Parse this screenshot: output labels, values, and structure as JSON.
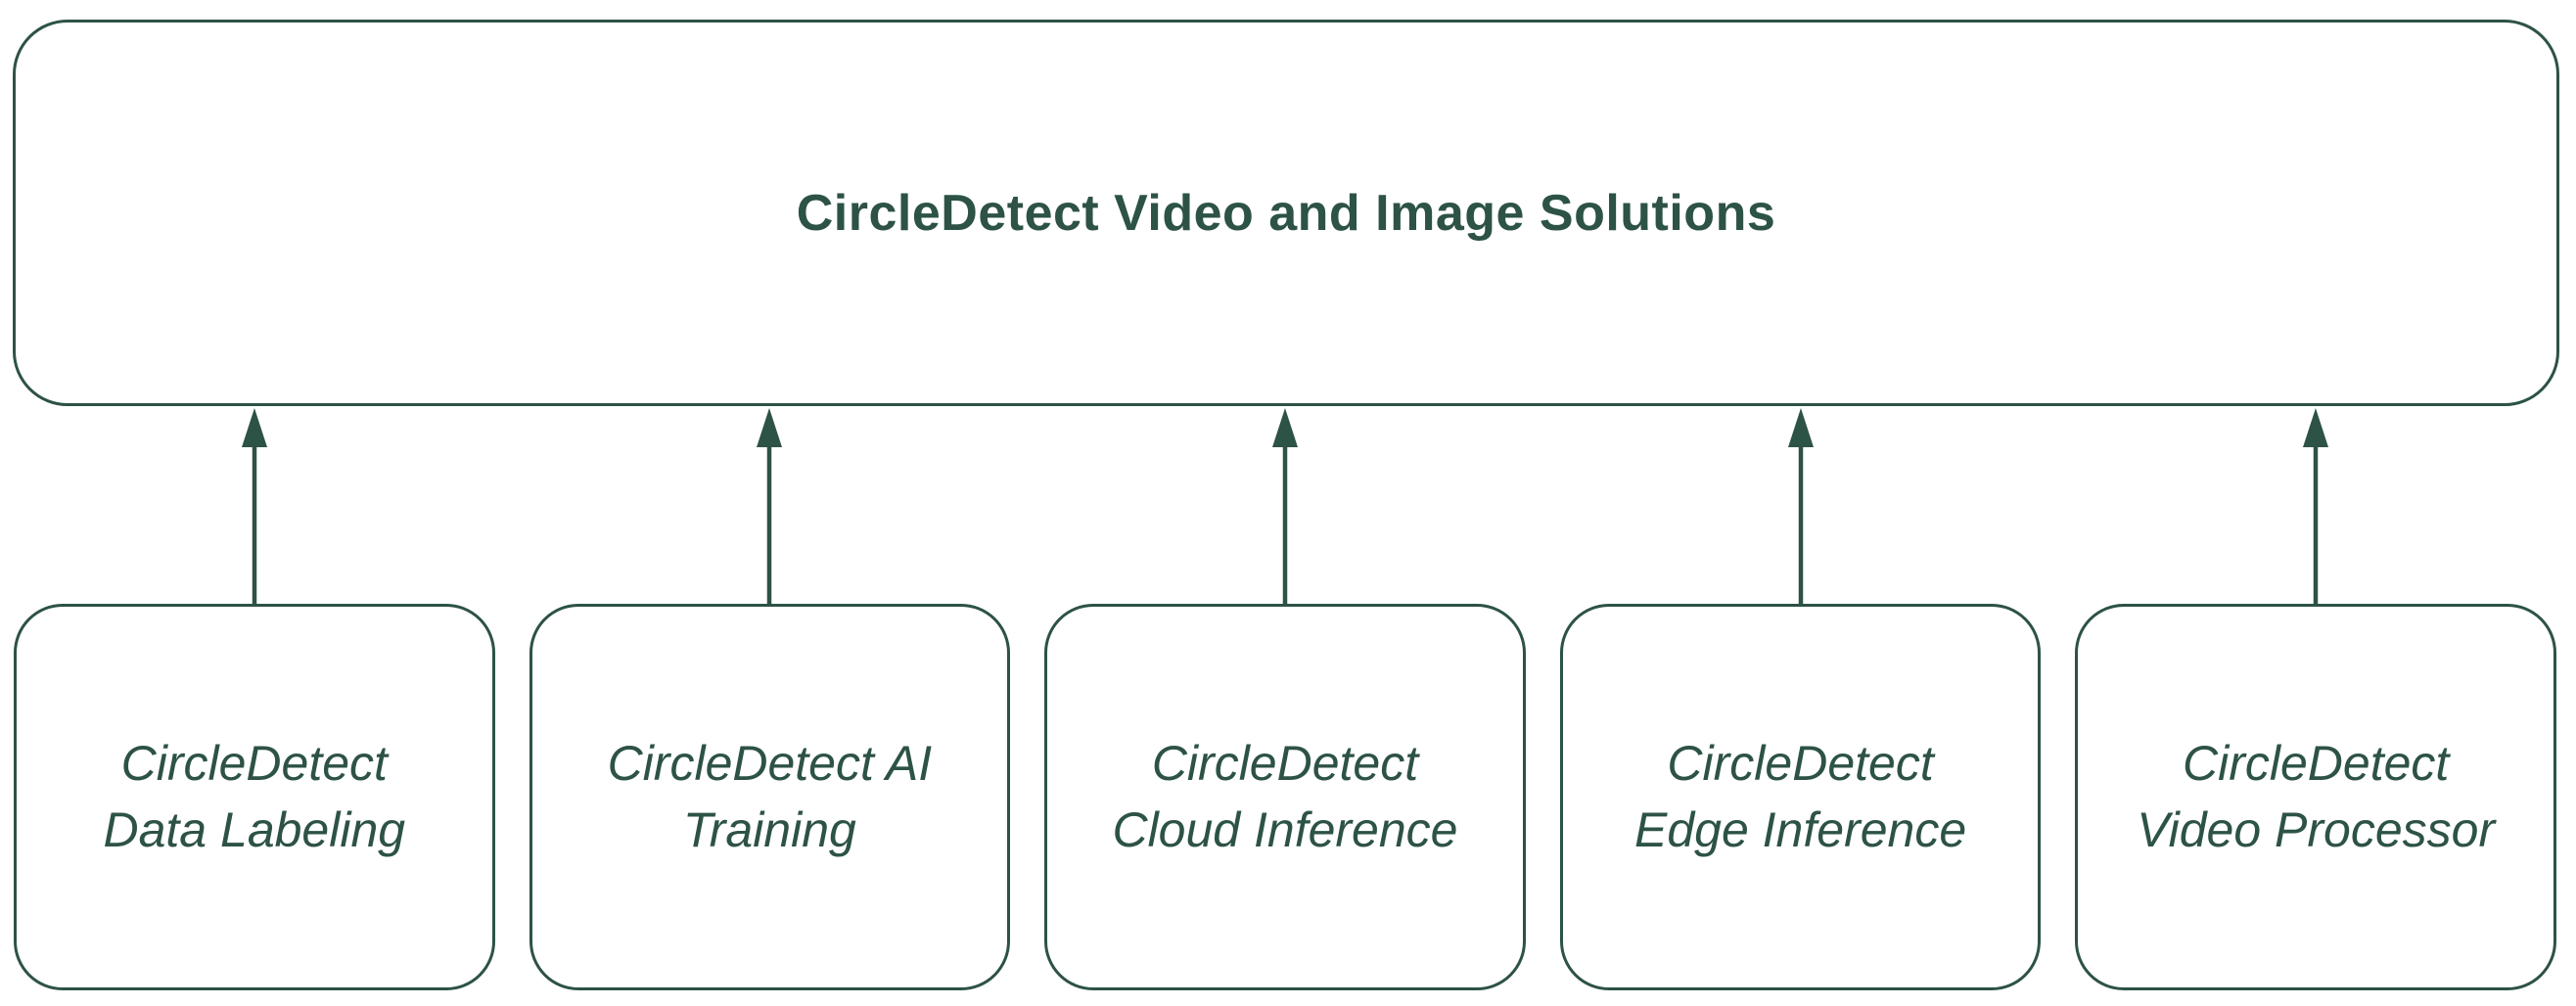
{
  "colors": {
    "stroke": "#2d5246",
    "background": "#ffffff"
  },
  "diagram": {
    "root": {
      "label": "CircleDetect Video and Image Solutions"
    },
    "children": [
      {
        "label": "CircleDetect\nData Labeling"
      },
      {
        "label": "CircleDetect AI\nTraining"
      },
      {
        "label": "CircleDetect\nCloud Inference"
      },
      {
        "label": "CircleDetect\nEdge Inference"
      },
      {
        "label": "CircleDetect\nVideo Processor"
      }
    ],
    "connectors": {
      "direction": "up",
      "style": "solid-line-filled-arrowhead",
      "count": 5
    }
  }
}
